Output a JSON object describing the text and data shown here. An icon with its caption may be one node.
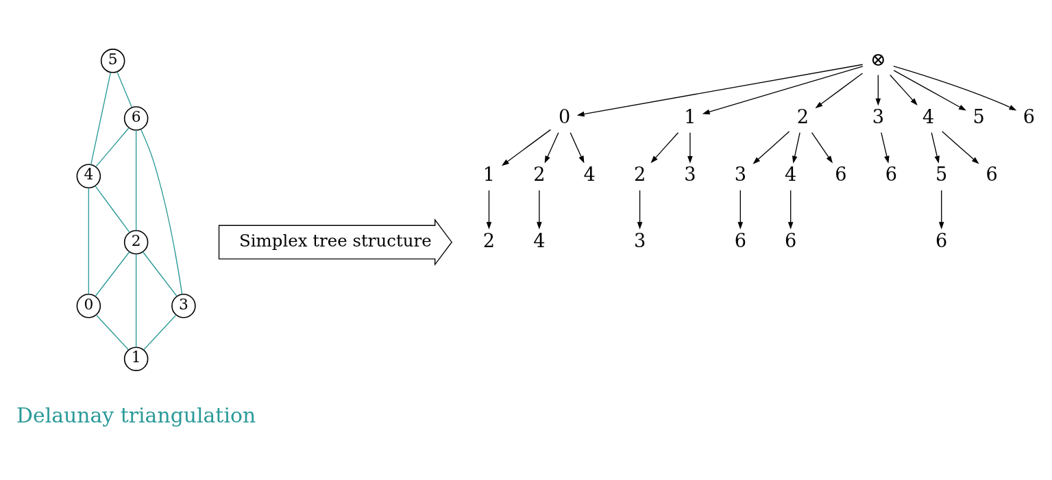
{
  "diagram": {
    "nodes": [
      {
        "text": [
          "0"
        ]
      },
      {
        "text": [
          "1"
        ]
      },
      {
        "text": [
          "2"
        ]
      },
      {
        "text": [
          "3"
        ]
      },
      {
        "text": [
          "4"
        ]
      },
      {
        "text": [
          "5"
        ]
      },
      {
        "text": [
          "6"
        ]
      },
      {
        "text": [
          "Simplex tree structure"
        ]
      },
      {
        "text": [
          "⊗"
        ]
      },
      {
        "text": [
          "0"
        ]
      },
      {
        "text": [
          "1"
        ]
      },
      {
        "text": [
          "2"
        ]
      },
      {
        "text": [
          "3"
        ]
      },
      {
        "text": [
          "4"
        ]
      },
      {
        "text": [
          "5"
        ]
      },
      {
        "text": [
          "6"
        ]
      },
      {
        "text": [
          "1"
        ]
      },
      {
        "text": [
          "2"
        ]
      },
      {
        "text": [
          "4"
        ]
      },
      {
        "text": [
          "2"
        ]
      },
      {
        "text": [
          "3"
        ]
      },
      {
        "text": [
          "3"
        ]
      },
      {
        "text": [
          "4"
        ]
      },
      {
        "text": [
          "6"
        ]
      },
      {
        "text": [
          "6"
        ]
      },
      {
        "text": [
          "5"
        ]
      },
      {
        "text": [
          "6"
        ]
      },
      {
        "text": [
          "2"
        ]
      },
      {
        "text": [
          "4"
        ]
      },
      {
        "text": [
          "3"
        ]
      },
      {
        "text": [
          "6"
        ]
      },
      {
        "text": [
          "6"
        ]
      },
      {
        "text": [
          "6"
        ]
      }
    ],
    "edges": [
      {
        "from": 5,
        "to": 6,
        "arrow": "none",
        "color": "#2a9a98"
      },
      {
        "from": 5,
        "to": 4,
        "arrow": "none",
        "color": "#2a9a98"
      },
      {
        "from": 6,
        "to": 4,
        "arrow": "none",
        "color": "#2a9a98"
      },
      {
        "from": 4,
        "to": 2,
        "arrow": "none",
        "color": "#2a9a98"
      },
      {
        "from": 4,
        "to": 0,
        "arrow": "none",
        "color": "#2a9a98"
      },
      {
        "from": 6,
        "to": 2,
        "arrow": "none",
        "color": "#2a9a98"
      },
      {
        "from": 6,
        "to": 3,
        "arrow": "none",
        "color": "#2a9a98"
      },
      {
        "from": 2,
        "to": 3,
        "arrow": "none",
        "color": "#2a9a98"
      },
      {
        "from": 2,
        "to": 0,
        "arrow": "none",
        "color": "#2a9a98"
      },
      {
        "from": 2,
        "to": 1,
        "arrow": "none",
        "color": "#2a9a98"
      },
      {
        "from": 3,
        "to": 1,
        "arrow": "none",
        "color": "#2a9a98"
      },
      {
        "from": 0,
        "to": 1,
        "arrow": "none",
        "color": "#2a9a98"
      },
      {
        "from": 8,
        "to": 9,
        "arrow": "to"
      },
      {
        "from": 8,
        "to": 10,
        "arrow": "to"
      },
      {
        "from": 8,
        "to": 11,
        "arrow": "to"
      },
      {
        "from": 8,
        "to": 12,
        "arrow": "to"
      },
      {
        "from": 8,
        "to": 13,
        "arrow": "to"
      },
      {
        "from": 8,
        "to": 14,
        "arrow": "to"
      },
      {
        "from": 8,
        "to": 15,
        "arrow": "to"
      },
      {
        "from": 9,
        "to": 16,
        "arrow": "to"
      },
      {
        "from": 9,
        "to": 17,
        "arrow": "to"
      },
      {
        "from": 9,
        "to": 18,
        "arrow": "to"
      },
      {
        "from": 10,
        "to": 19,
        "arrow": "to"
      },
      {
        "from": 10,
        "to": 20,
        "arrow": "to"
      },
      {
        "from": 11,
        "to": 21,
        "arrow": "to"
      },
      {
        "from": 11,
        "to": 22,
        "arrow": "to"
      },
      {
        "from": 11,
        "to": 23,
        "arrow": "to"
      },
      {
        "from": 12,
        "to": 24,
        "arrow": "to"
      },
      {
        "from": 13,
        "to": 25,
        "arrow": "to"
      },
      {
        "from": 13,
        "to": 26,
        "arrow": "to"
      },
      {
        "from": 16,
        "to": 27,
        "arrow": "to"
      },
      {
        "from": 17,
        "to": 28,
        "arrow": "to"
      },
      {
        "from": 19,
        "to": 29,
        "arrow": "to"
      },
      {
        "from": 21,
        "to": 30,
        "arrow": "to"
      },
      {
        "from": 22,
        "to": 31,
        "arrow": "to"
      },
      {
        "from": 25,
        "to": 32,
        "arrow": "to"
      }
    ],
    "labels": [
      "Delaunay triangulation"
    ]
  }
}
